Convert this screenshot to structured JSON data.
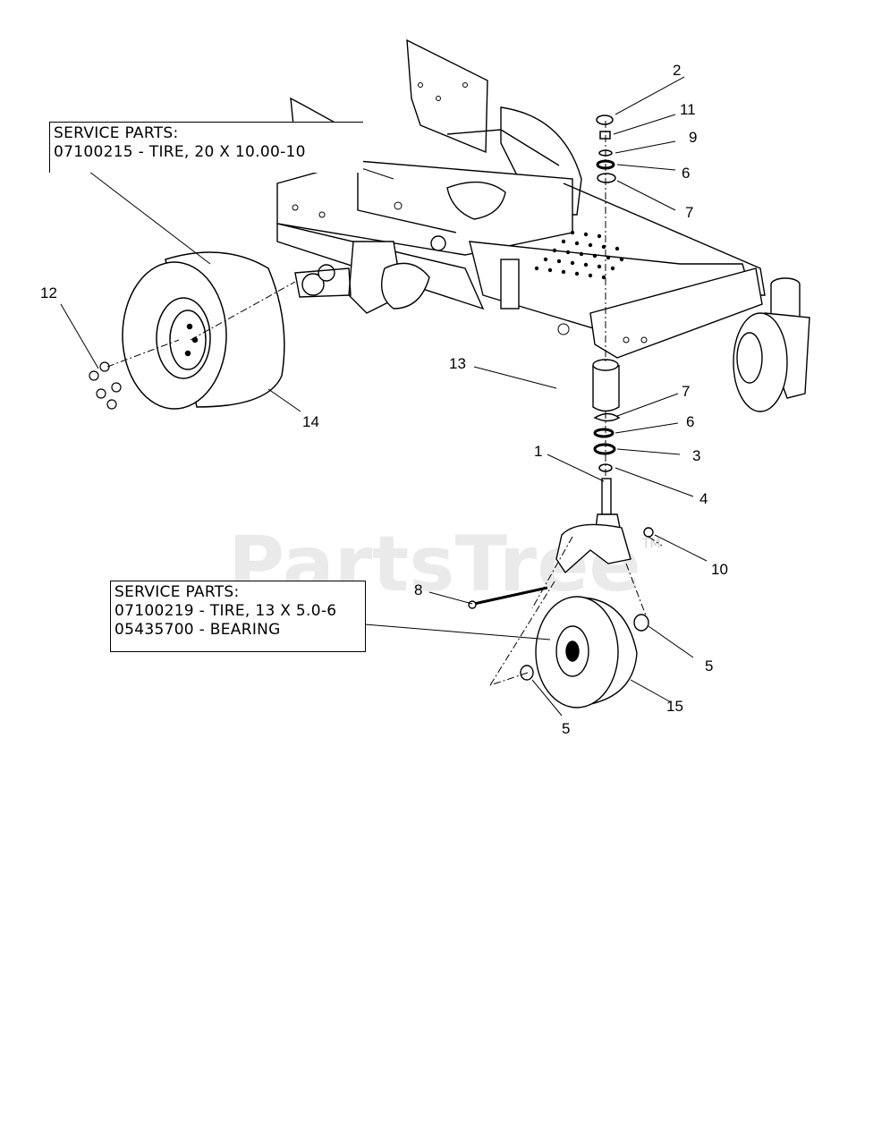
{
  "watermark": {
    "text": "PartsTree",
    "trademark": "TM"
  },
  "service_boxes": {
    "rear": {
      "heading": "SERVICE PARTS:",
      "lines": [
        "07100215 - TIRE, 20 X 10.00-10"
      ]
    },
    "front": {
      "heading": "SERVICE PARTS:",
      "lines": [
        "07100219 - TIRE, 13 X 5.0-6",
        "05435700 - BEARING"
      ]
    }
  },
  "callouts": {
    "c1": "1",
    "c2": "2",
    "c3": "3",
    "c4": "4",
    "c5a": "5",
    "c5b": "5",
    "c6a": "6",
    "c6b": "6",
    "c7a": "7",
    "c7b": "7",
    "c8": "8",
    "c9": "9",
    "c10": "10",
    "c11": "11",
    "c12": "12",
    "c13": "13",
    "c14": "14",
    "c15": "15"
  }
}
